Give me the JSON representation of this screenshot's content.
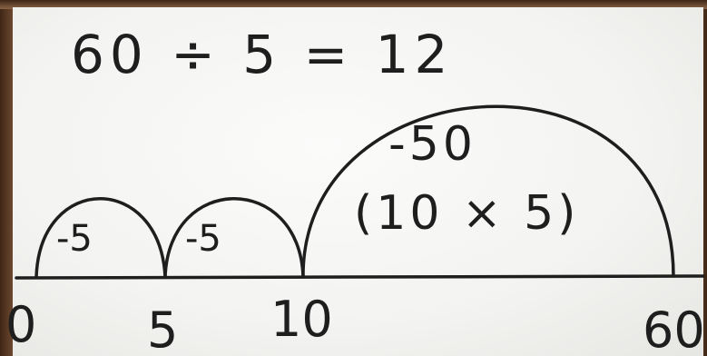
{
  "equation": "60 ÷ 5 = 12",
  "number_line": {
    "ticks": [
      "0",
      "5",
      "10",
      "60"
    ]
  },
  "jumps": [
    {
      "label": "-5"
    },
    {
      "label": "-5"
    },
    {
      "label": "-50",
      "note": "(10 × 5)"
    }
  ],
  "colors": {
    "ink": "#1e1e1e",
    "board": "#f3f3f1",
    "frame": "#6b4529"
  }
}
